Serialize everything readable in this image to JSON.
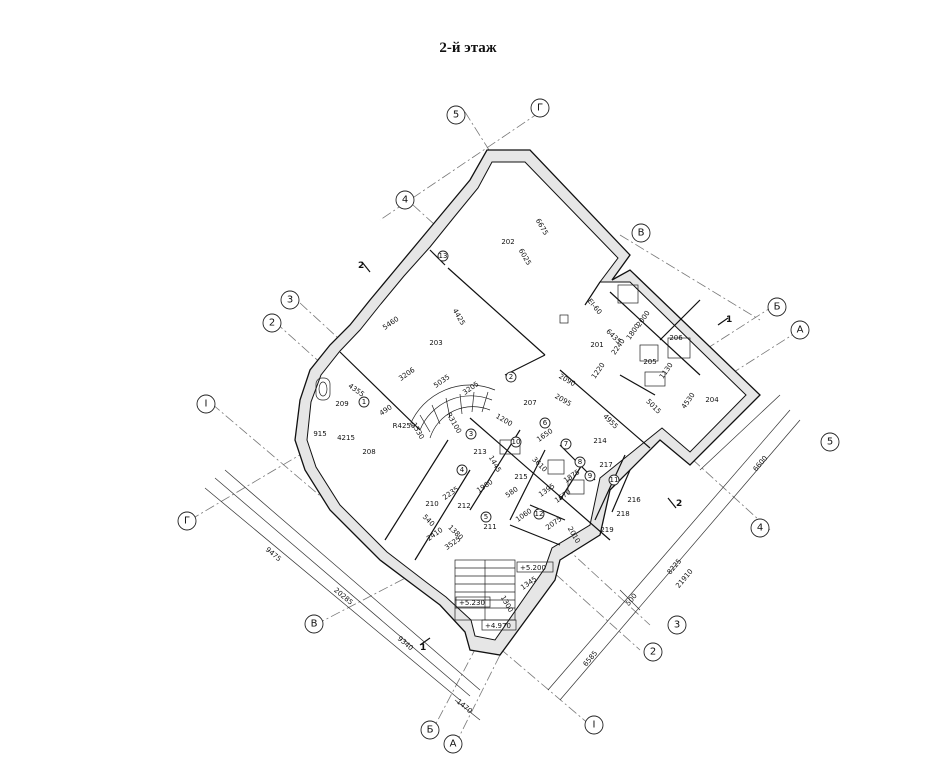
{
  "title": "2-й этаж",
  "axes": {
    "top_5": "5",
    "top_G": "Г",
    "top_4": "4",
    "top_3": "3",
    "top_2": "2",
    "top_V": "В",
    "left_1": "I",
    "left_G": "Г",
    "left_V": "В",
    "right_B": "Б",
    "right_A": "А",
    "right_5": "5",
    "right_4": "4",
    "right_3": "3",
    "right_2": "2",
    "right_1": "I",
    "bottom_B": "Б",
    "bottom_A": "А"
  },
  "rooms": {
    "r202": "202",
    "r203": "203",
    "r201": "201",
    "r204": "204",
    "r205": "205",
    "r206": "206",
    "r207": "207",
    "r208": "208",
    "r209": "209",
    "r210": "210",
    "r211": "211",
    "r212": "212",
    "r213": "213",
    "r214": "214",
    "r215": "215",
    "r216": "216",
    "r217": "217",
    "r218": "218",
    "r219": "219"
  },
  "markers": {
    "m13": "13",
    "m1": "1",
    "m2": "2",
    "m3": "3",
    "m4": "4",
    "m5": "5",
    "m6": "6",
    "m7": "7",
    "m8": "8",
    "m9": "9",
    "m10": "10",
    "m11": "11",
    "m12": "12"
  },
  "dimensions": {
    "d6675": "6675",
    "d6025": "6025",
    "d5460": "5460",
    "d4425": "4425",
    "d3206": "3206",
    "d5035": "5035",
    "d3205": "3205",
    "d4355": "4355",
    "d4215": "4215",
    "d915": "915",
    "d1530": "1530",
    "d490": "490",
    "d2090": "2090",
    "d2095": "2095",
    "d1200": "1200",
    "d4955": "4955",
    "d6435": "6435",
    "d1220": "1220",
    "d2240": "2240",
    "d1800": "1800",
    "d5015": "5015",
    "d4530": "4530",
    "d2000": "2000",
    "d1130": "1130",
    "d2235": "2235",
    "d540": "540",
    "d1380": "1380",
    "d2410": "2410",
    "d3525": "3525",
    "d1345": "1345",
    "d1300": "1300",
    "d9475": "9475",
    "d20285": "20285",
    "d9340": "9340",
    "d1470": "1470",
    "d6600": "6600",
    "d8225": "8225",
    "d21910": "21910",
    "d500": "500",
    "d6585": "6585",
    "d3610": "3610",
    "d1395": "1395",
    "d1960": "1960",
    "d1650": "1650",
    "d2075": "2075",
    "d1670": "1670",
    "d2010": "2010",
    "d1445": "1445",
    "d580": "580",
    "d1875": "1875",
    "d1060": "1060"
  },
  "labels": {
    "radius": "R4250",
    "radius2": "R3100",
    "hatch": "ЕI-60",
    "lvl1": "+5.200",
    "lvl2": "+5.230",
    "lvl3": "+4.970"
  },
  "cuts": {
    "c1a": "1",
    "c1b": "1",
    "c2a": "2",
    "c2b": "2"
  },
  "colors": {
    "line": "#111111",
    "wall_fill": "#e6e6e6",
    "axis": "#777777"
  }
}
